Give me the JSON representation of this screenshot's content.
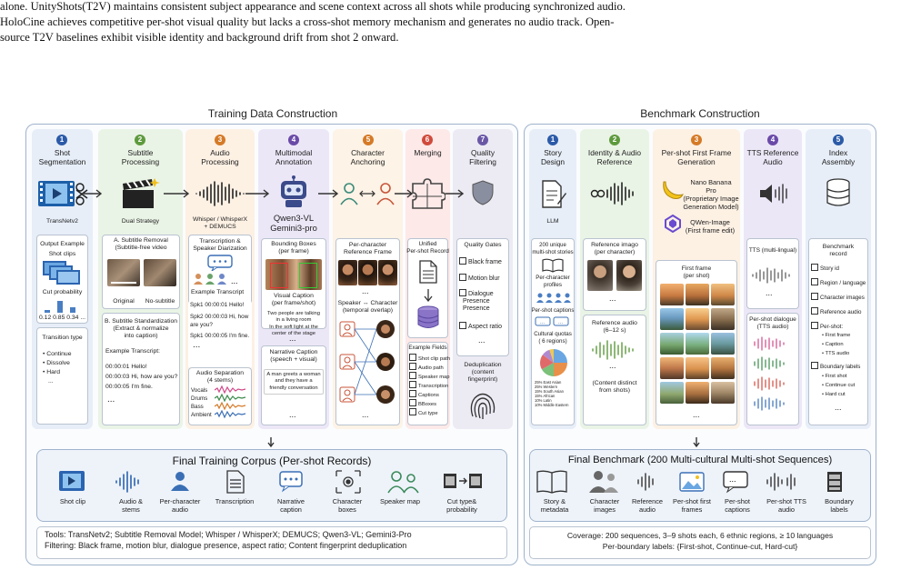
{
  "intro": {
    "line1": "alone. UnityShots(T2V) maintains consistent subject appearance and scene context across all shots while producing synchronized audio.",
    "line2": "HoloCine achieves competitive per-shot visual quality but lacks a cross-shot memory mechanism and generates no audio track. Open-",
    "line3": "source T2V baselines exhibit visible identity and background drift from shot 2 onward."
  },
  "training": {
    "title": "Training Data Construction",
    "cols": [
      {
        "n": "1",
        "title": "Shot\nSegmentation",
        "tool": "TransNetv2"
      },
      {
        "n": "2",
        "title": "Subtitle\nProcessing",
        "tool": "Dual Strategy"
      },
      {
        "n": "3",
        "title": "Audio\nProcessing",
        "tool": "Whisper / WhisperX\n+ DEMUCS"
      },
      {
        "n": "4",
        "title": "Multimodal\nAnnotation",
        "tool": "Qwen3-VL\nGemini3-pro"
      },
      {
        "n": "5",
        "title": "Character\nAnchoring",
        "tool": ""
      },
      {
        "n": "6",
        "title": "Merging",
        "tool": ""
      },
      {
        "n": "7",
        "title": "Quality\nFiltering",
        "tool": ""
      }
    ],
    "c1": {
      "output_example": "Output Example",
      "shot_clips": "Shot clips",
      "cut_prob": "Cut probability",
      "probs": "0.12  0.85  0.34  ...",
      "transition_type": "Transition type",
      "transitions": [
        "• Continue",
        "• Dissolve",
        "• Hard",
        "..."
      ]
    },
    "c2": {
      "a_title": "A. Subtitle Removal\n(Subtitle-free  video",
      "original": "Original",
      "no_subtitle": "No-subtitle",
      "b_title": "B. Subtitle Standardization\n(Extract & normalize\ninto caption)",
      "example": "Example Transcript:",
      "lines": [
        "00:00:01 Hello!",
        "00:00:03 Hi, how are you?",
        "00:00:05 I'm fine."
      ]
    },
    "c3": {
      "td_title": "Transcription &\nSpeaker Diarization",
      "example": "Example Transcript",
      "lines": [
        "Spk1 00:00:01 Hello!",
        "Spk2 00:00:03 Hi, how",
        "                    are you?",
        "Spk1 00:00:05 I'm fine."
      ],
      "sep_title": "Audio Separation\n(4 stems)",
      "stems": [
        "Vocals",
        "Drums",
        "Bass",
        "Ambient"
      ]
    },
    "c4": {
      "bbox_title": "Bounding Boxes\n(per frame)",
      "vc_title": "Visual Caption\n(per frame/shot)",
      "vc_text": "Two people are talking\nin a living room\nIn the soft light at the\ncenter of the stage",
      "nc_title": "Narrative Caption\n(speech + visual)",
      "nc_text": "A man greets a woman\nand they have a\nfriendly conversation"
    },
    "c5": {
      "ref_title": "Per-character\nReference Frame",
      "overlap": "Speaker ↔ Character\n(temporal overlap)"
    },
    "c6": {
      "unified": "Unified\nPer-shot Record",
      "fields_title": "Example Fields",
      "fields": [
        "Shot clip path",
        "Audio path",
        "Speaker map",
        "Transcription",
        "Captions",
        "BBoxes",
        "Cut type"
      ]
    },
    "c7": {
      "gates_title": "Quality Gates",
      "gates": [
        "Black frame",
        "Motion blur",
        "Dialogue\nPresence\nPresence",
        "Aspect ratio"
      ],
      "dedup": "Deduplication\n(content\nfingerprint)"
    },
    "final": {
      "title": "Final Training Corpus (Per-shot Records)",
      "items": [
        "Shot clip",
        "Audio &\nstems",
        "Per-character\naudio",
        "Transcription",
        "Narrative\ncaption",
        "Character\nboxes",
        "Speaker map",
        "Cut type&\nprobability"
      ]
    },
    "tools_line": "Tools: TransNetv2; Subtitle Removal Model; Whisper / WhisperX; DEMUCS; Qwen3-VL; Gemini3-Pro",
    "filter_line": "Filtering: Black frame, motion blur, dialogue presence, aspect ratio; Content fingerprint deduplication"
  },
  "benchmark": {
    "title": "Benchmark Construction",
    "cols": [
      {
        "n": "1",
        "title": "Story\nDesign"
      },
      {
        "n": "2",
        "title": "Identity & Audio\nReference"
      },
      {
        "n": "3",
        "title": "Per-shot First Frame\nGeneration"
      },
      {
        "n": "4",
        "title": "TTS Reference\nAudio"
      },
      {
        "n": "5",
        "title": "Index\nAssembly"
      }
    ],
    "c1": {
      "llm": "LLM",
      "stories": "200 unique\nmulti-shot stories",
      "profiles": "Per-character\nprofiles",
      "captions": "Per-shot captions",
      "quotas": "Cultural quotas\n( 6 regions)",
      "legend": [
        "25% East Asian",
        "25% Western",
        "15% South Asian",
        "15% African",
        "10% Latin",
        "10% Middle Eastern"
      ]
    },
    "c2": {
      "ref_img": "Reference imago\n(per character)",
      "ref_audio": "Reference audio\n(6–12 s)",
      "distinct": "(Content distinct\nfrom shots)"
    },
    "c3": {
      "nano": "Nano Banana\nPro\n(Proprietary Image\nGeneration Model)",
      "qwen": "QWen-Image\n(First frame edit)",
      "ff": "First frame\n(per shot)"
    },
    "c4": {
      "tts": "TTS (multi-lingual)",
      "dialogue": "Per-shot dialogue\n(TTS audio)"
    },
    "c5": {
      "record": "Benchmark\nrecord",
      "items": [
        "Story id",
        "Region / language",
        "Character images",
        "Reference audio",
        "Per-shot:"
      ],
      "sub1": [
        "• First frame",
        "• Caption",
        "• TTS audio"
      ],
      "boundary": "Boundary labels",
      "sub2": [
        "• First shot",
        "• Continue cut",
        "• Hard cut"
      ]
    },
    "final": {
      "title": "Final Benchmark (200 Multi-cultural Multi-shot Sequences)",
      "items": [
        "Story &\nmetadata",
        "Character\nimages",
        "Reference\naudio",
        "Per-shot first\nframes",
        "Per-shot\ncaptions",
        "Per-shot TTS\naudio",
        "Boundary\nlabels"
      ]
    },
    "coverage": "Coverage: 200 sequences, 3–9 shots each, 6 ethnic regions, ≥ 10 languages",
    "boundary_line": "Per-boundary labels: {First-shot, Continue-cut, Hard-cut}"
  },
  "colors": {
    "c1": "#e7eef8",
    "c2": "#eaf4e6",
    "c3": "#fdf1e4",
    "c4": "#ece7f7",
    "c5": "#fdf3e6",
    "c6": "#fde9e8",
    "c7": "#ecebf4",
    "n1": "#2b5aa8",
    "n2": "#5e9a3e",
    "n3": "#d57a27",
    "n4": "#6a4aa8",
    "n5": "#d57a27",
    "n6": "#d04a3c",
    "n7": "#6a58a6"
  }
}
